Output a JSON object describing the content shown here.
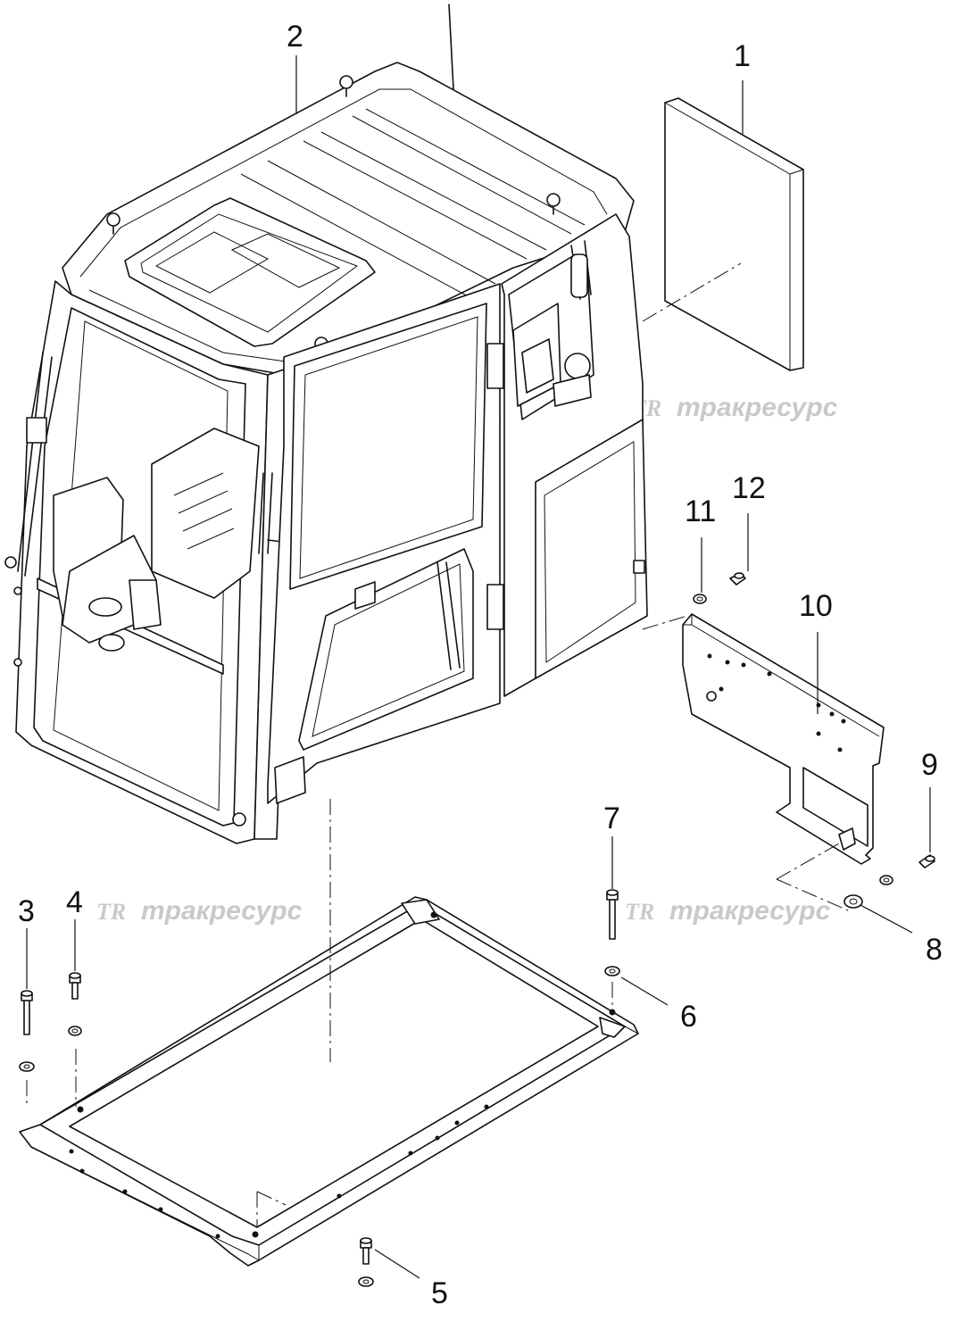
{
  "watermark": {
    "logo": "TR",
    "text": "тракресурс"
  },
  "callouts": {
    "c1": "1",
    "c2": "2",
    "c3": "3",
    "c4": "4",
    "c5": "5",
    "c6": "6",
    "c7": "7",
    "c8": "8",
    "c9": "9",
    "c10": "10",
    "c11": "11",
    "c12": "12"
  },
  "parts": [
    {
      "number": "1",
      "shape": "filter-panel"
    },
    {
      "number": "2",
      "shape": "operator-cab"
    },
    {
      "number": "3",
      "shape": "bolt"
    },
    {
      "number": "4",
      "shape": "bolt"
    },
    {
      "number": "5",
      "shape": "bolt"
    },
    {
      "number": "6",
      "shape": "washer"
    },
    {
      "number": "7",
      "shape": "bolt"
    },
    {
      "number": "8",
      "shape": "washer"
    },
    {
      "number": "9",
      "shape": "screw"
    },
    {
      "number": "10",
      "shape": "mounting-plate"
    },
    {
      "number": "11",
      "shape": "washer"
    },
    {
      "number": "12",
      "shape": "screw"
    }
  ]
}
